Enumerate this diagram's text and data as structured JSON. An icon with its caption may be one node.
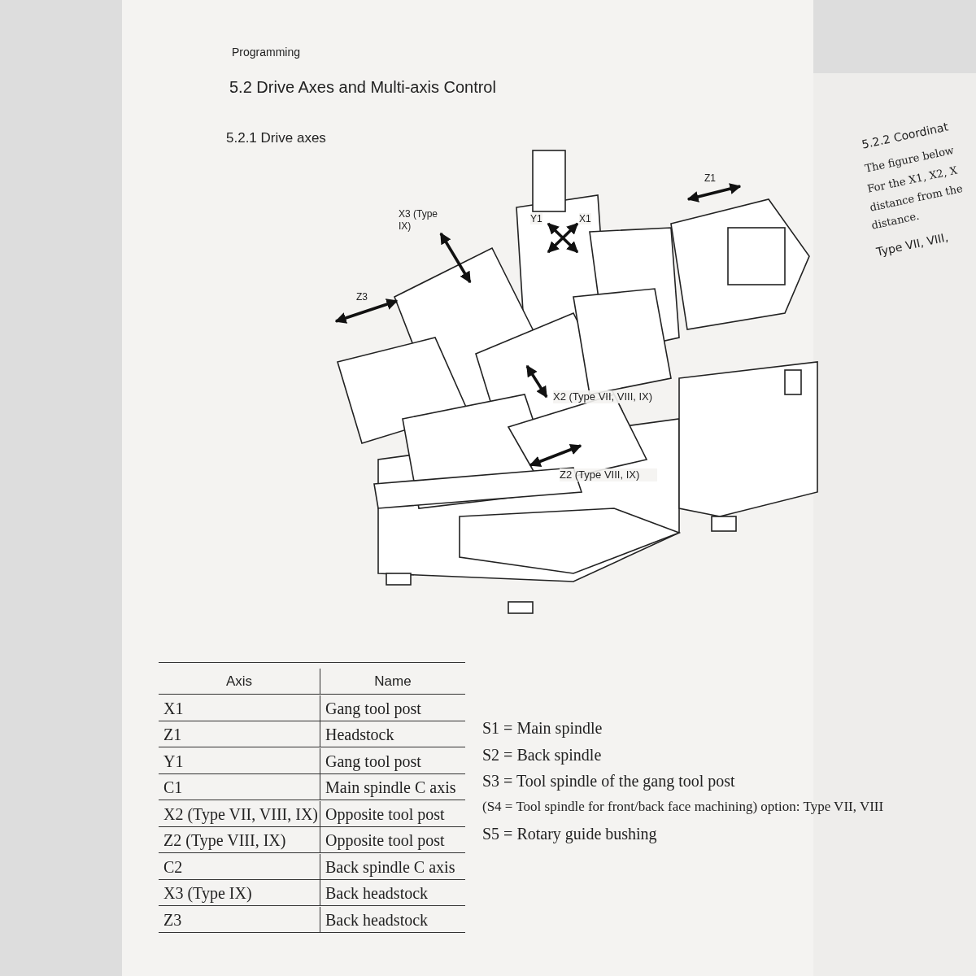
{
  "diagram": {
    "title": "5.2 Drive Axes and Multi-axis Control",
    "labels": [
      "Programming",
      "5.2.1 Drive axes",
      "Z1",
      "X3 (Type IX)",
      "Y1",
      "X1",
      "Z3",
      "X2 (Type VII, VIII, IX)",
      "Z2 (Type VIII, IX)",
      "Axis",
      "Name",
      "X1",
      "Gang tool post",
      "Z1",
      "Headstock",
      "Y1",
      "Gang tool post",
      "C1",
      "Main spindle C axis",
      "X2 (Type VII, VIII, IX)",
      "Opposite tool post",
      "Z2 (Type VIII, IX)",
      "Opposite tool post",
      "C2",
      "Back spindle C axis",
      "X3 (Type IX)",
      "Back headstock",
      "Z3",
      "Back headstock",
      "S1 = Main spindle",
      "S2 = Back spindle",
      "S3 = Tool spindle of the gang tool post",
      "(S4 = Tool spindle for front/back face machining) option: Type VII, VIII",
      "S5 = Rotary guide bushing",
      "5.2.2 Coordinat",
      "The figure below",
      "For the X1, X2, X",
      "distance from the",
      "distance.",
      "Type VII, VIII,"
    ]
  }
}
